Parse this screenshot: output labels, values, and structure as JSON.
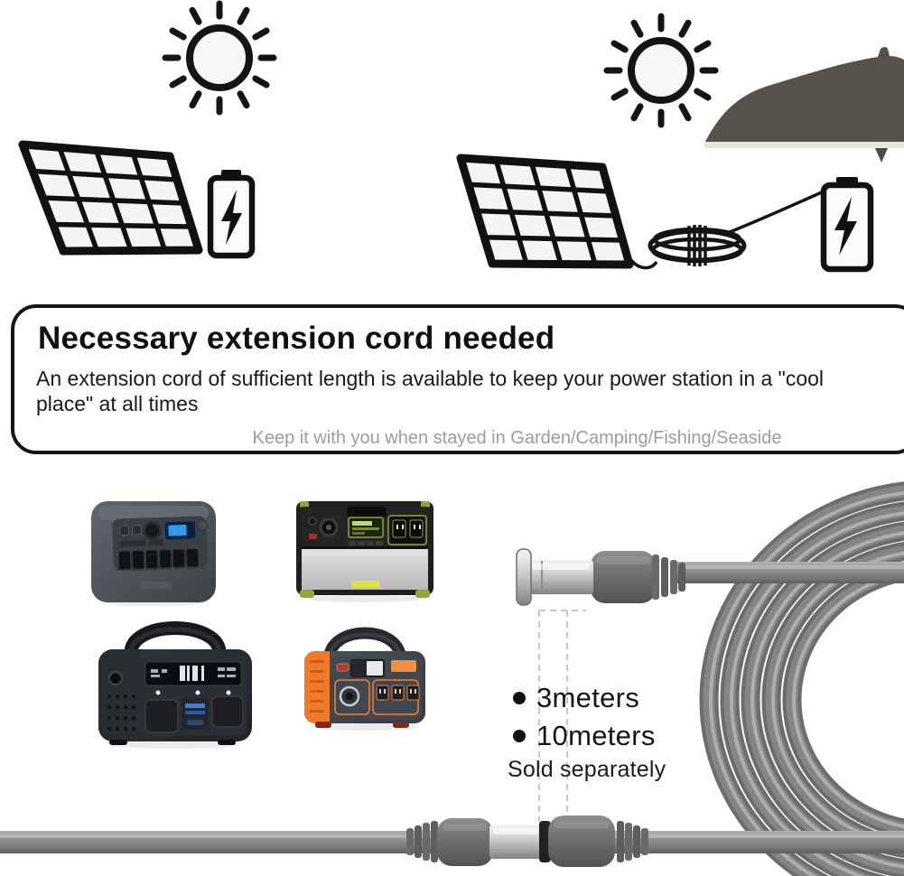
{
  "info_box": {
    "title": "Necessary extension cord needed",
    "body": "An extension cord of sufficient length is available to keep your power station in a \"cool place\" at all times",
    "caption": "Keep it with you when stayed in Garden/Camping/Fishing/Seaside"
  },
  "length_options": {
    "bullets": [
      {
        "label": "3meters"
      },
      {
        "label": "10meters"
      }
    ],
    "note": "Sold separately"
  },
  "icons": {
    "sun": "sun-icon",
    "solar_panel": "solar-panel-icon",
    "battery_charging": "battery-charging-icon",
    "coiled_cable": "coiled-cable-icon",
    "parasol": "parasol-icon",
    "dc_plug": "dc-plug-icon",
    "cable_coil": "cable-coil",
    "inline_coupler": "cable-coupler-icon"
  },
  "products": [
    {
      "id": "power-station-1",
      "look": "dark-gray, blue display, six outlets"
    },
    {
      "id": "power-station-2",
      "look": "black top, silver bottom, green accents"
    },
    {
      "id": "power-station-3",
      "look": "black, arch handle, wide display"
    },
    {
      "id": "power-station-4",
      "look": "gray with orange side, three outlets"
    }
  ],
  "colors": {
    "ink": "#141414",
    "cable_gray": "#8e8e8e",
    "connector_gray": "#6f6f6f",
    "barrel_silver": "#d9d9d9",
    "parasol_gray": "#55524c",
    "caption_gray": "#9c9c9c",
    "accent_orange": "#f1792a",
    "accent_green": "#8fa83c",
    "screen_blue": "#2f9ce8"
  }
}
